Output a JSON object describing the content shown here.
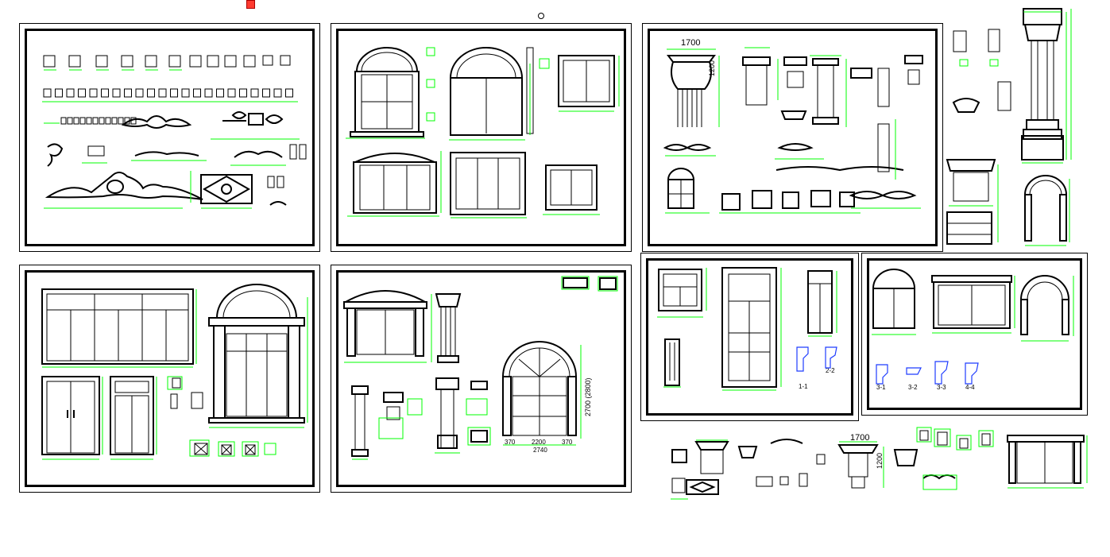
{
  "canvas": {
    "background": "#ffffff"
  },
  "colors": {
    "linework": "#000000",
    "dimension": "#00ff00",
    "profile": "#1e3cff",
    "marker": "#ff0000"
  },
  "top_marker_icon": "red-square-icon",
  "labels": {
    "dim_1700_a": "1700",
    "dim_1700_b": "1700",
    "dim_1200_a": "1200",
    "dim_1200_b": "1200",
    "dim_2700_total": "2700 (2800)",
    "dim_2200_mid": "2200",
    "dim_370_left": "370",
    "dim_370_right": "370",
    "dim_2740": "2740",
    "section_1_1": "1-1",
    "section_2_2": "2-2",
    "section_3_1": "3-1",
    "section_3_2": "3-2",
    "section_3_3": "3-3",
    "section_4_4": "4-4"
  }
}
